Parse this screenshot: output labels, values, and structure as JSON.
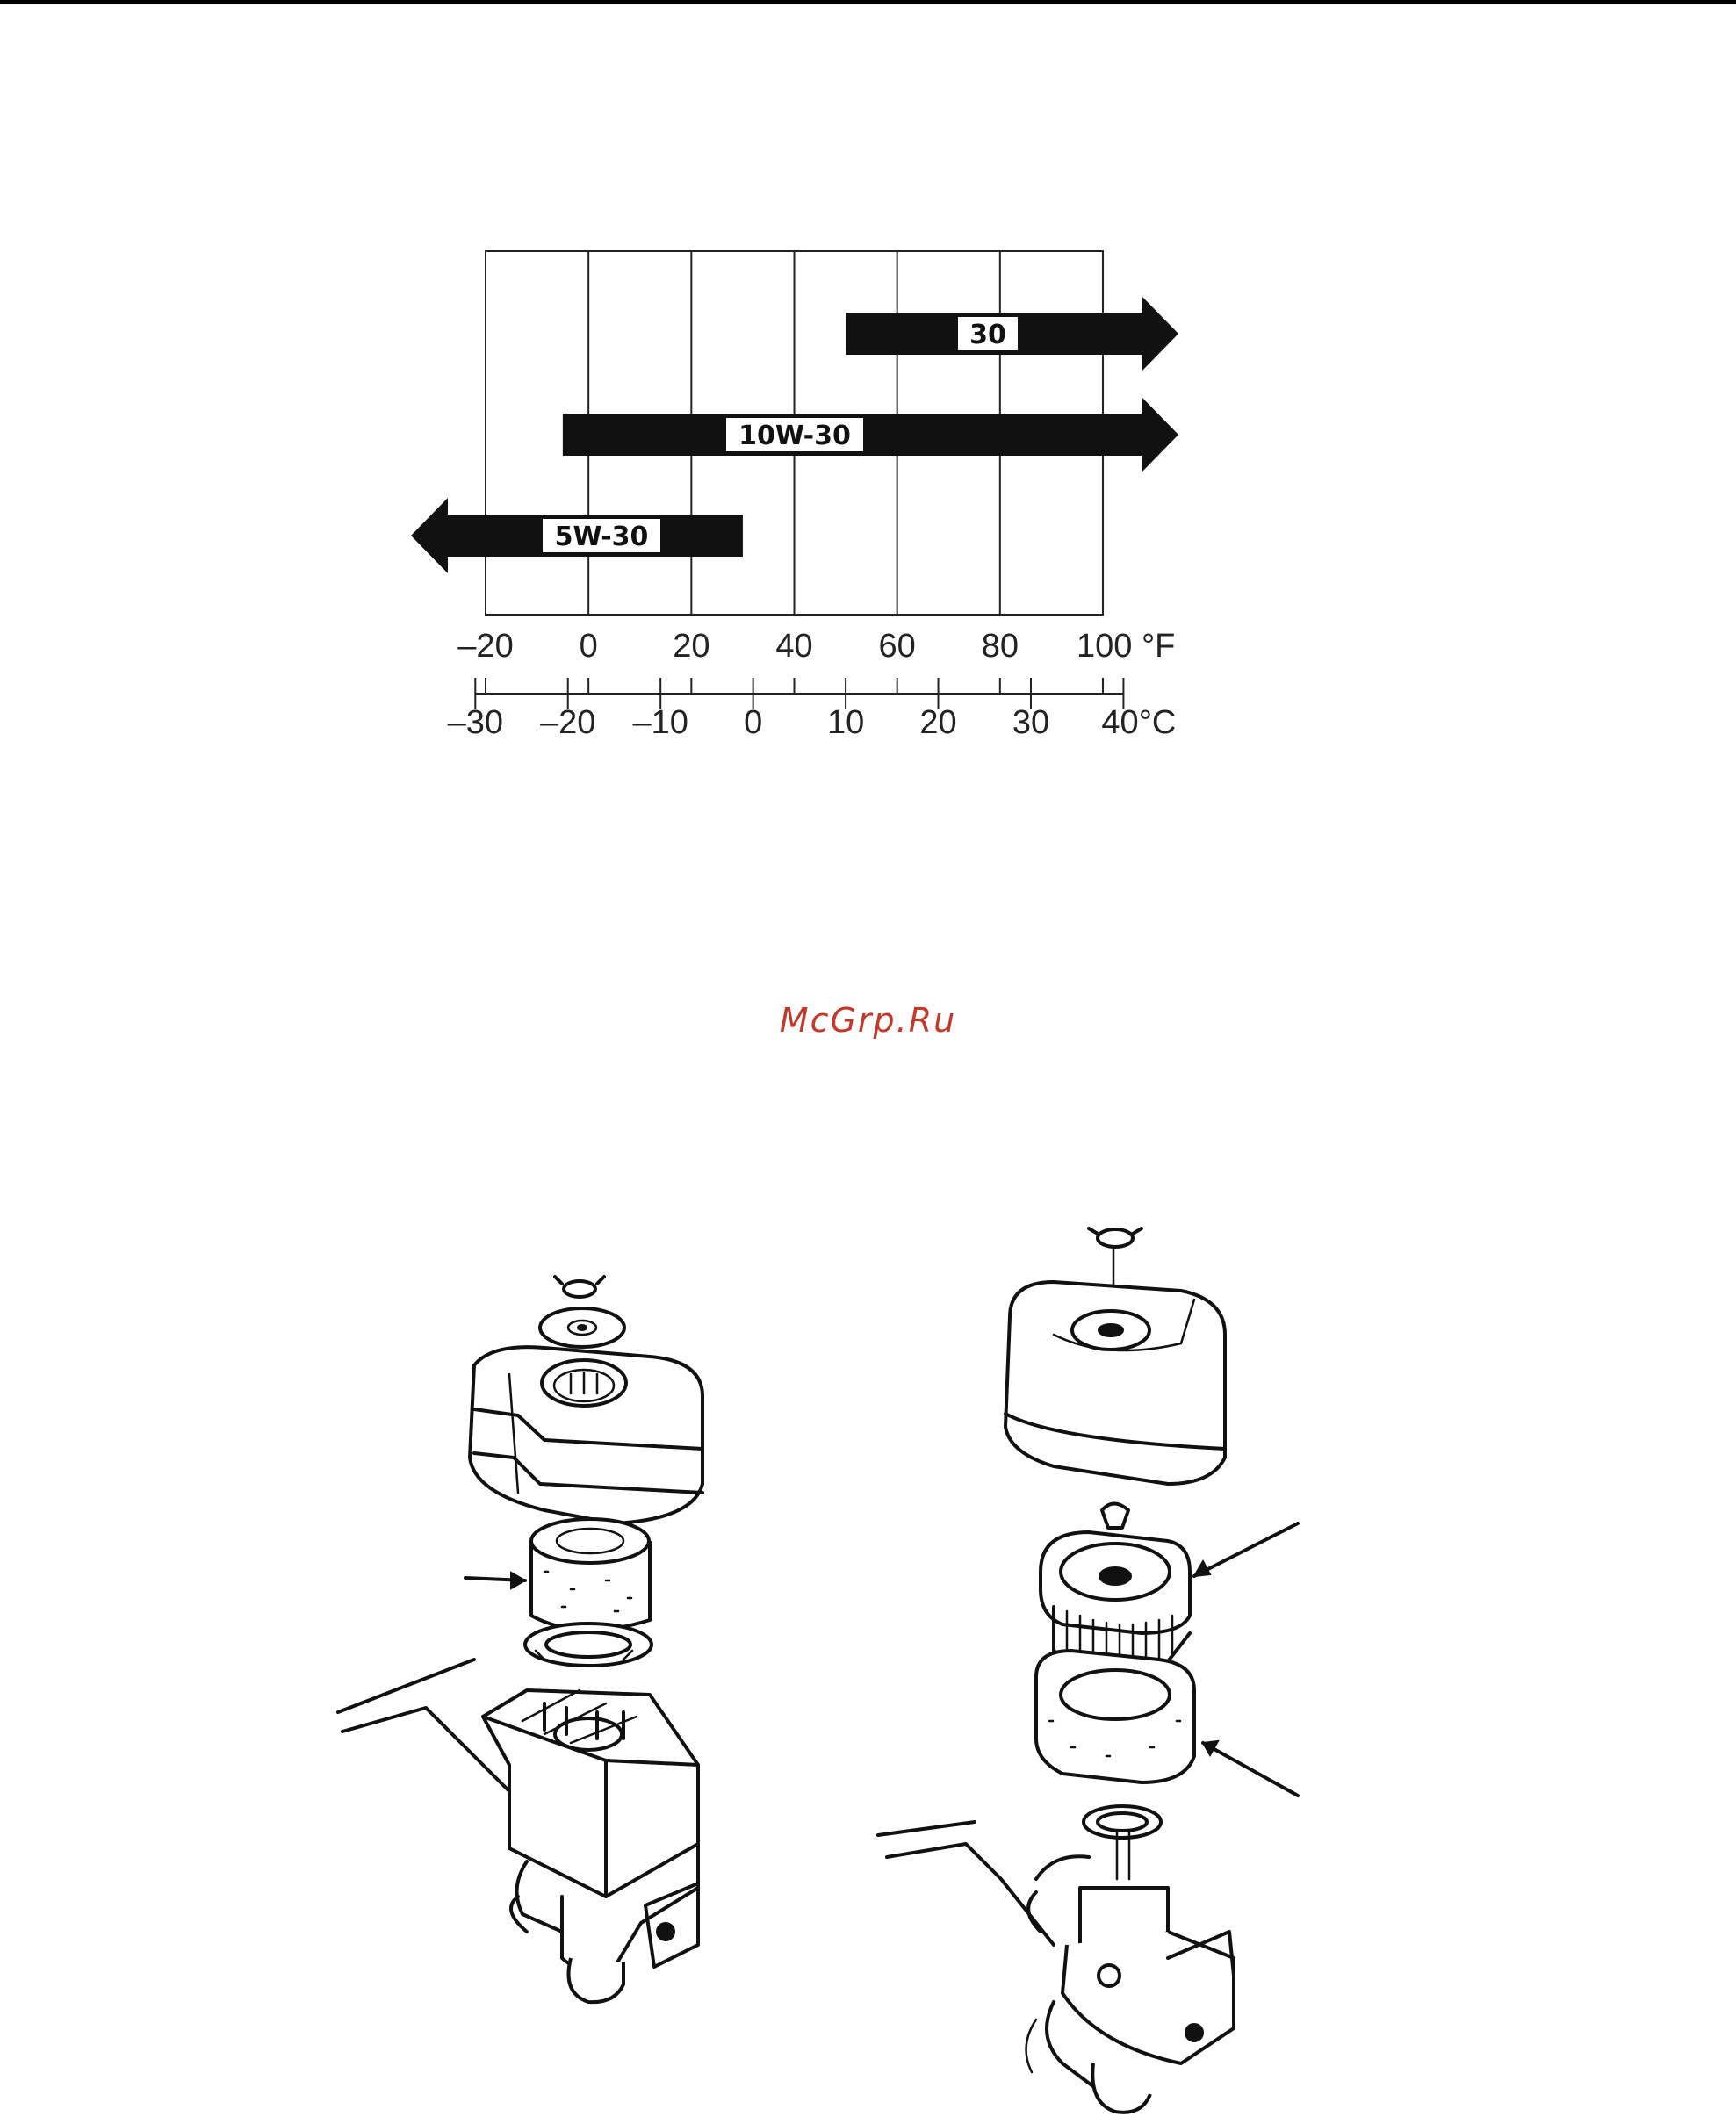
{
  "watermark": "McGrp.Ru",
  "chart_data": {
    "type": "range",
    "fahrenheit_ticks": [
      "-20",
      "0",
      "20",
      "40",
      "60",
      "80",
      "100 °F"
    ],
    "celsius_ticks": [
      "-30",
      "-20",
      "-10",
      "0",
      "10",
      "20",
      "30",
      "40°C"
    ],
    "fahrenheit_range": [
      -20,
      100
    ],
    "ranges": [
      {
        "label": "30",
        "from_f": 50,
        "to_f": null,
        "open_end": "high"
      },
      {
        "label": "10W-30",
        "from_f": -5,
        "to_f": null,
        "open_end": "high"
      },
      {
        "label": "5W-30",
        "from_f": null,
        "to_f": 30,
        "open_end": "low"
      }
    ]
  },
  "illustrations": [
    {
      "name": "air-cleaner-single-element"
    },
    {
      "name": "air-cleaner-dual-element"
    }
  ],
  "colors": {
    "ink": "#111111",
    "watermark": "#c0392b"
  }
}
